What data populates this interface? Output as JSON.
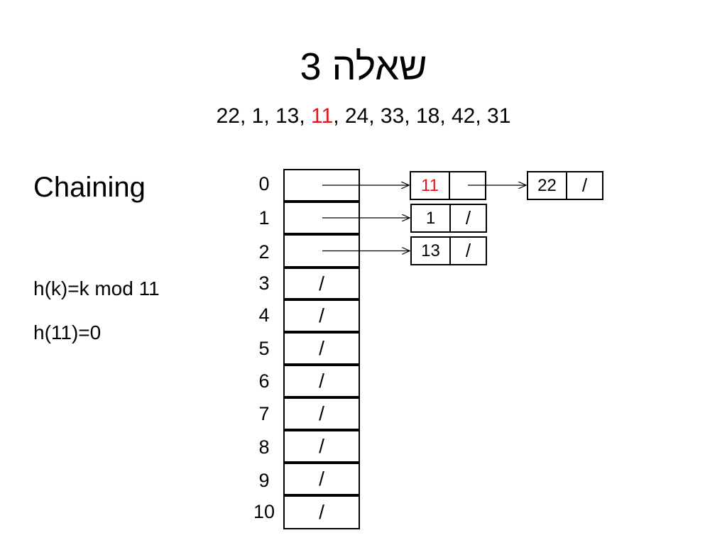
{
  "title": "שאלה 3",
  "sequence": [
    {
      "text": "22"
    },
    {
      "text": ", "
    },
    {
      "text": "1"
    },
    {
      "text": ", "
    },
    {
      "text": "13"
    },
    {
      "text": ", "
    },
    {
      "text": "11",
      "highlight": true
    },
    {
      "text": ", "
    },
    {
      "text": "24"
    },
    {
      "text": ", "
    },
    {
      "text": "33"
    },
    {
      "text": ", "
    },
    {
      "text": "18"
    },
    {
      "text": ", "
    },
    {
      "text": "42"
    },
    {
      "text": ", "
    },
    {
      "text": "31"
    }
  ],
  "side_label": "Chaining",
  "hash_function": "h(k)=k mod 11",
  "example": "h(11)=0",
  "table": {
    "nil_symbol": "/",
    "slots": [
      {
        "index": "0",
        "chain": [
          {
            "key": "11",
            "highlight": true
          },
          {
            "key": "22"
          }
        ]
      },
      {
        "index": "1",
        "chain": [
          {
            "key": "1"
          }
        ]
      },
      {
        "index": "2",
        "chain": [
          {
            "key": "13"
          }
        ]
      },
      {
        "index": "3",
        "chain": []
      },
      {
        "index": "4",
        "chain": []
      },
      {
        "index": "5",
        "chain": []
      },
      {
        "index": "6",
        "chain": []
      },
      {
        "index": "7",
        "chain": []
      },
      {
        "index": "8",
        "chain": []
      },
      {
        "index": "9",
        "chain": []
      },
      {
        "index": "10",
        "chain": []
      }
    ]
  },
  "colors": {
    "highlight": "#e8141b",
    "line": "#000000",
    "background": "#ffffff"
  }
}
